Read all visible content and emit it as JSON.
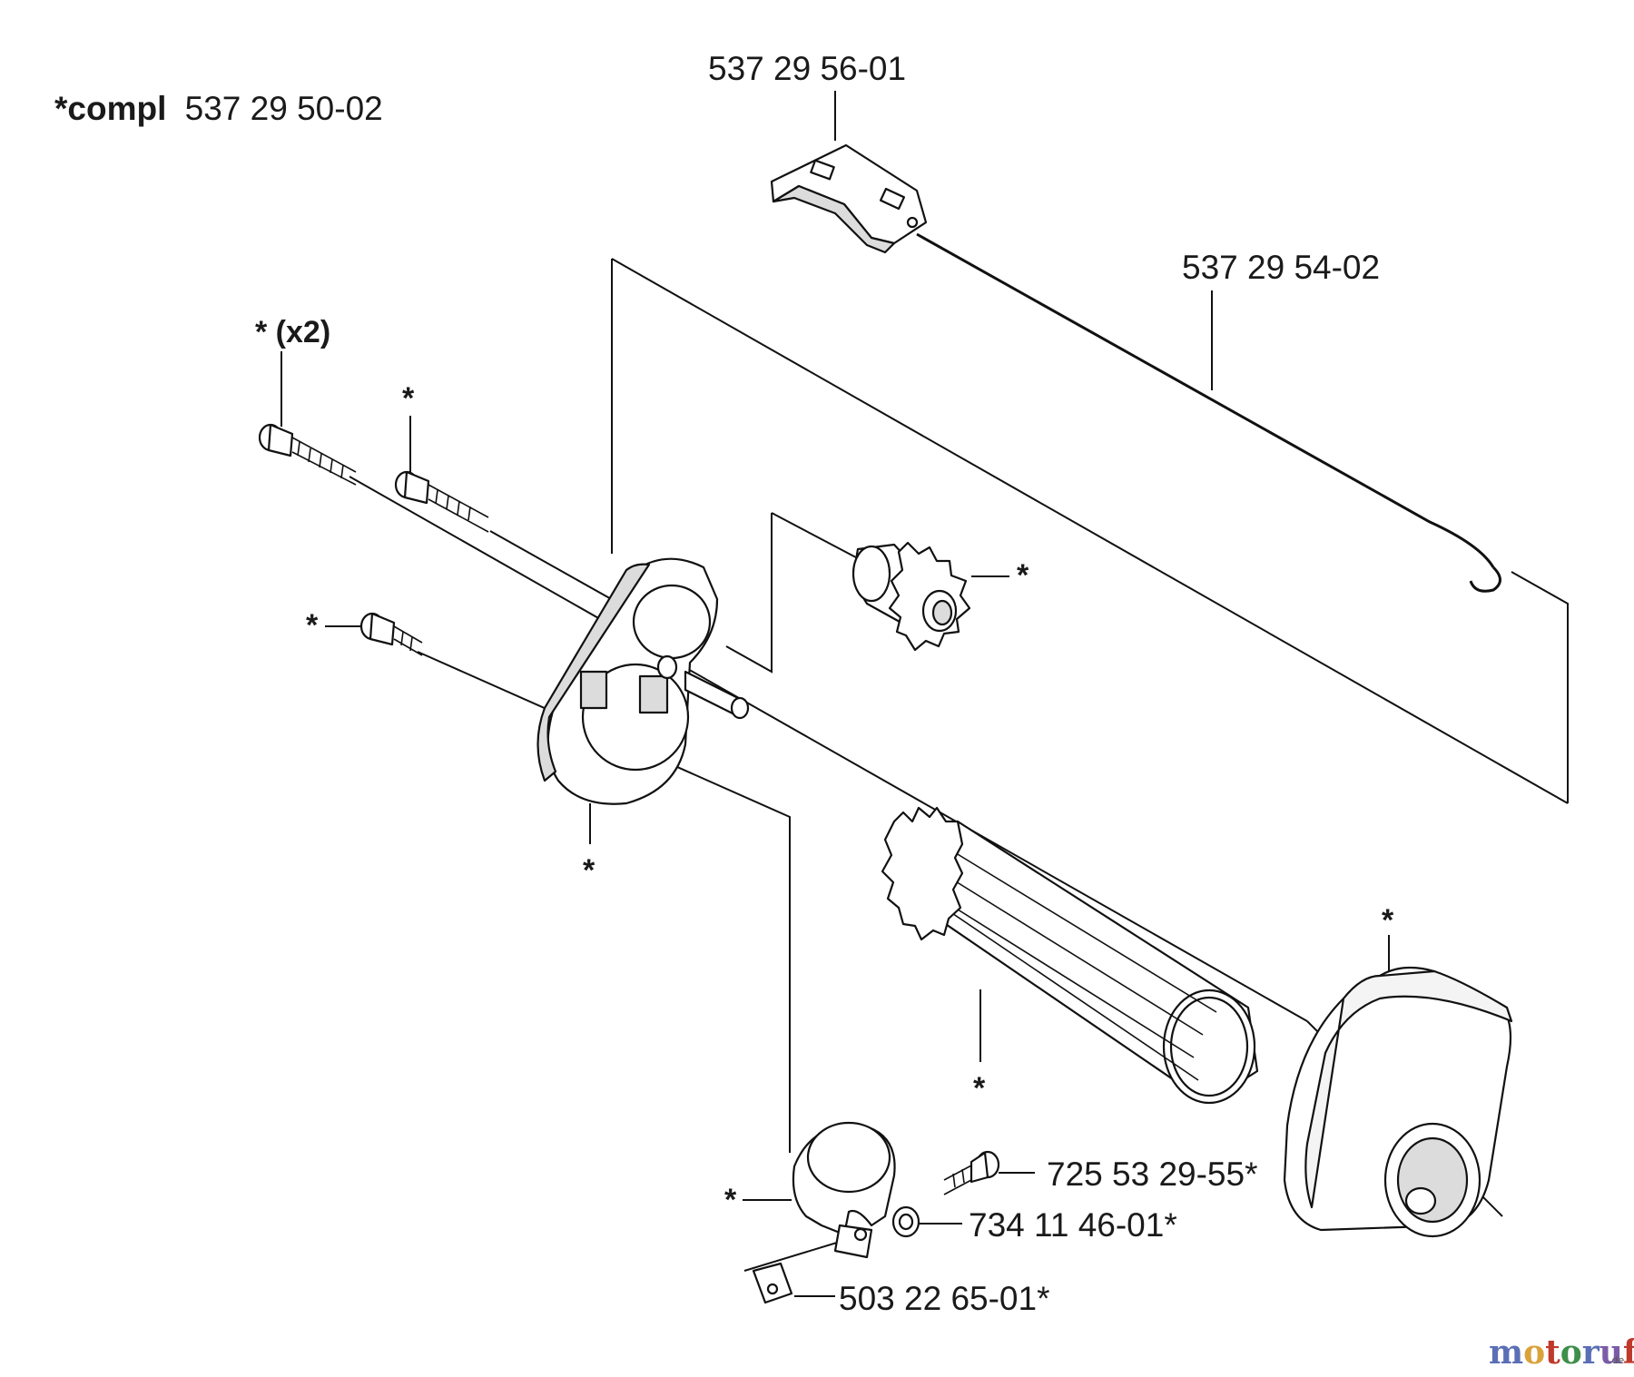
{
  "assembly": {
    "prefix": "*compl",
    "number": "537 29 50-02"
  },
  "labels": {
    "cable_clamp": "537 29 56-01",
    "throttle_cable": "537 29 54-02",
    "screw_x2": "* (x2)",
    "screw": "725 53 29-55*",
    "washer": "734 11 46-01*",
    "nut": "503 22 65-01*"
  },
  "star": "*",
  "watermark": {
    "text": "motoruf",
    "suffix": ".de",
    "colors": [
      "#5b6fb5",
      "#d9a23a",
      "#c0392b",
      "#3f8f4a",
      "#5b6fb5",
      "#7a5ca8",
      "#c0392b"
    ]
  }
}
